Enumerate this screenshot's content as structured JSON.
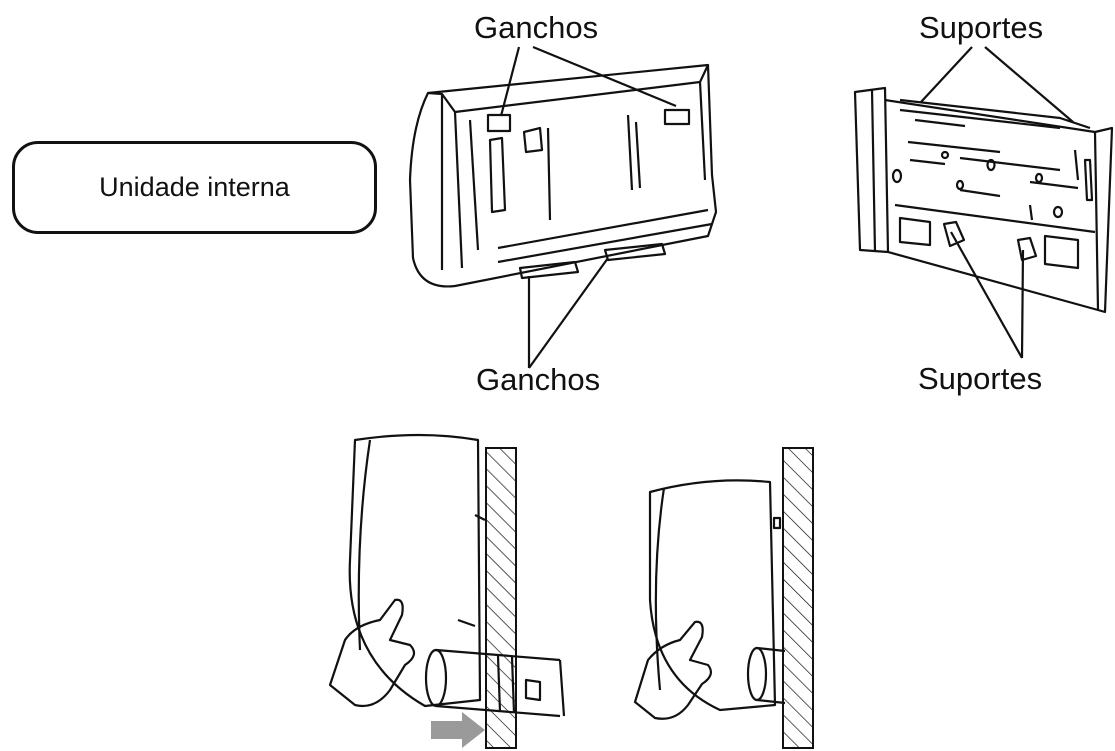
{
  "labels": {
    "unit": "Unidade interna",
    "hooks_top": "Ganchos",
    "hooks_bottom": "Ganchos",
    "supports_top": "Suportes",
    "supports_bottom": "Suportes"
  },
  "colors": {
    "line": "#111111",
    "arrow": "#9a9a9a"
  }
}
